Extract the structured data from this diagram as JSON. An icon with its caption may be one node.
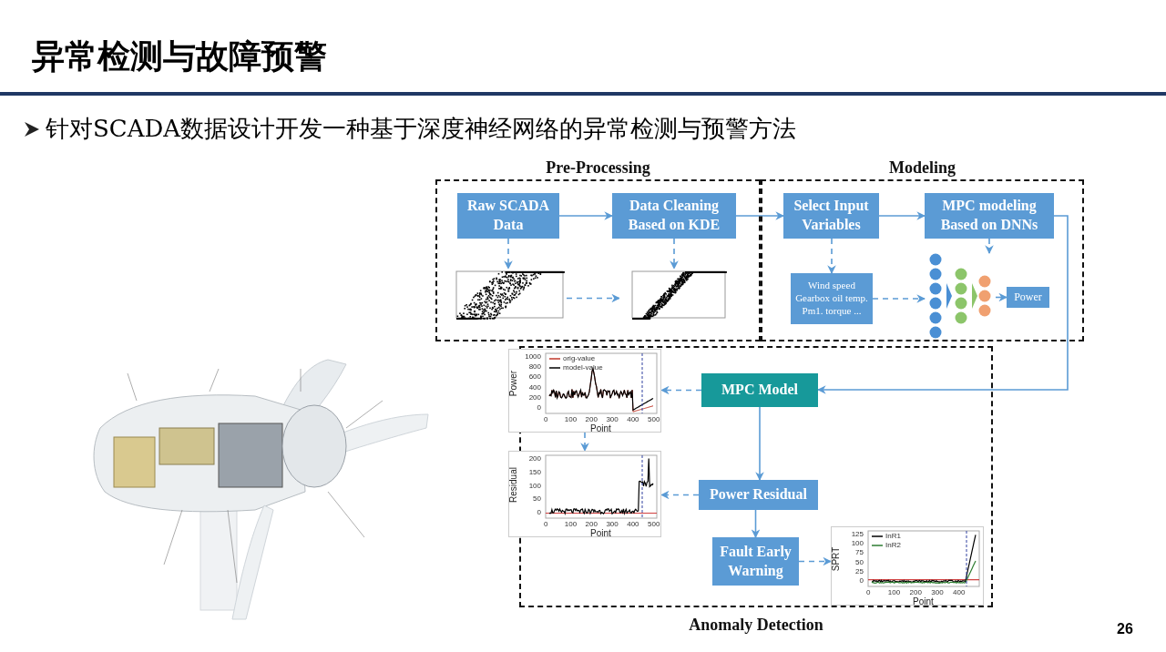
{
  "diagram": {
    "title": "异常检测与故障预警",
    "caption": "针对SCADA数据设计开发一种基于深度神经网络的异常检测与预警方法",
    "nodes": [
      {
        "text": [
          "Pre-Processing"
        ]
      },
      {
        "text": [
          "Modeling"
        ]
      },
      {
        "text": [
          "Anomaly Detection"
        ]
      },
      {
        "text": [
          "Raw SCADA Data"
        ],
        "in": 0
      },
      {
        "text": [
          "Data Cleaning Based on KDE"
        ],
        "in": 0
      },
      {
        "text": [],
        "shape": "picture",
        "in": 0
      },
      {
        "text": [],
        "shape": "picture",
        "in": 0
      },
      {
        "text": [
          "Select Input Variables"
        ],
        "in": 1
      },
      {
        "text": [
          "MPC modeling Based on DNNs"
        ],
        "in": 1
      },
      {
        "text": [
          "Wind speed Gearbox oil temp. Pm1. torque ..."
        ],
        "in": 1
      },
      {
        "text": [],
        "shape": "picture",
        "in": 1
      },
      {
        "text": [
          "Power"
        ],
        "in": 1
      },
      {
        "text": [
          "MPC Model"
        ],
        "in": 2
      },
      {
        "text": [],
        "shape": "picture",
        "in": 2
      },
      {
        "text": [
          "Power Residual"
        ],
        "in": 2
      },
      {
        "text": [],
        "shape": "picture",
        "in": 2
      },
      {
        "text": [
          "Fault Early Warning"
        ],
        "in": 2
      },
      {
        "text": [],
        "shape": "picture",
        "in": 2
      }
    ],
    "edges": [
      {
        "from": 3,
        "to": 4,
        "arrow": "to"
      },
      {
        "from": 4,
        "to": 7,
        "arrow": "to"
      },
      {
        "from": 7,
        "to": 8,
        "arrow": "to"
      },
      {
        "from": 3,
        "to": 5,
        "arrow": "to",
        "style": "dashed"
      },
      {
        "from": 4,
        "to": 6,
        "arrow": "to",
        "style": "dashed"
      },
      {
        "from": 5,
        "to": 6,
        "arrow": "to",
        "style": "dashed"
      },
      {
        "from": 7,
        "to": 9,
        "arrow": "to",
        "style": "dashed"
      },
      {
        "from": 9,
        "to": 10,
        "arrow": "to",
        "style": "dashed"
      },
      {
        "from": 8,
        "to": 10,
        "arrow": "to",
        "style": "dashed"
      },
      {
        "from": 10,
        "to": 11,
        "arrow": "to"
      },
      {
        "from": 8,
        "to": 12,
        "arrow": "to"
      },
      {
        "from": 12,
        "to": 13,
        "arrow": "to",
        "style": "dashed"
      },
      {
        "from": 12,
        "to": 14,
        "arrow": "to"
      },
      {
        "from": 14,
        "to": 15,
        "arrow": "to",
        "style": "dashed"
      },
      {
        "from": 13,
        "to": 15,
        "arrow": "to",
        "style": "dashed"
      },
      {
        "from": 14,
        "to": 16,
        "arrow": "to"
      },
      {
        "from": 16,
        "to": 17,
        "arrow": "to",
        "style": "dashed"
      }
    ],
    "labels": [
      "orig-value",
      "model-value",
      "1000",
      "800",
      "600",
      "400",
      "200",
      "0",
      "Power",
      "0",
      "100",
      "200",
      "300",
      "400",
      "500",
      "Point",
      "200",
      "150",
      "100",
      "50",
      "0",
      "Residual",
      "0",
      "100",
      "200",
      "300",
      "400",
      "500",
      "Point",
      "InR1",
      "InR2",
      "125",
      "100",
      "75",
      "50",
      "25",
      "0",
      "SPRT",
      "0",
      "100",
      "200",
      "300",
      "400",
      "Point",
      "26"
    ]
  }
}
